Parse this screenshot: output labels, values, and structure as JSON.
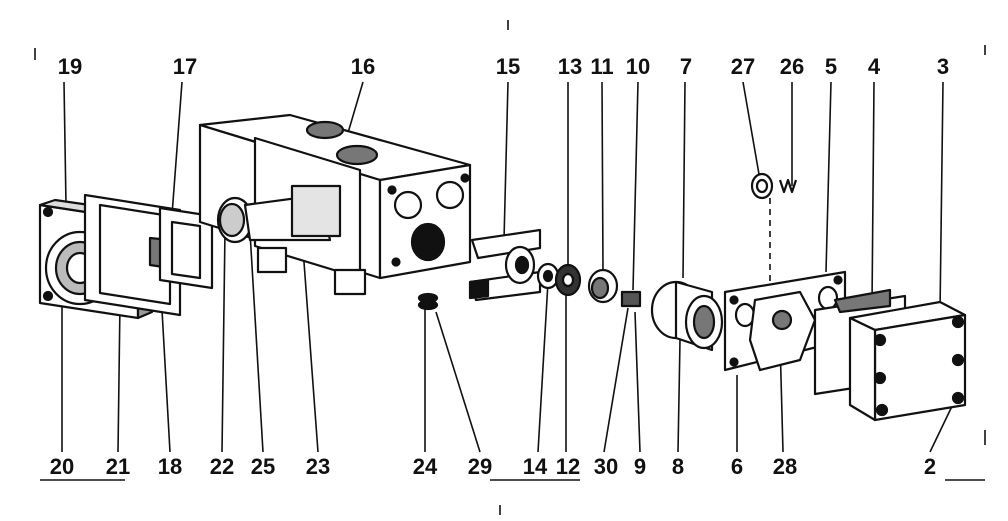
{
  "top_labels": [
    "19",
    "17",
    "16",
    "15",
    "13",
    "11",
    "10",
    "7",
    "27",
    "26",
    "5",
    "4",
    "3"
  ],
  "bottom_labels": [
    "20",
    "21",
    "18",
    "22",
    "25",
    "23",
    "24",
    "29",
    "14",
    "12",
    "30",
    "9",
    "8",
    "6",
    "28",
    "2"
  ],
  "colors": {
    "ink": "#111111",
    "paper": "#ffffff",
    "shade": "#9a9a9a"
  }
}
